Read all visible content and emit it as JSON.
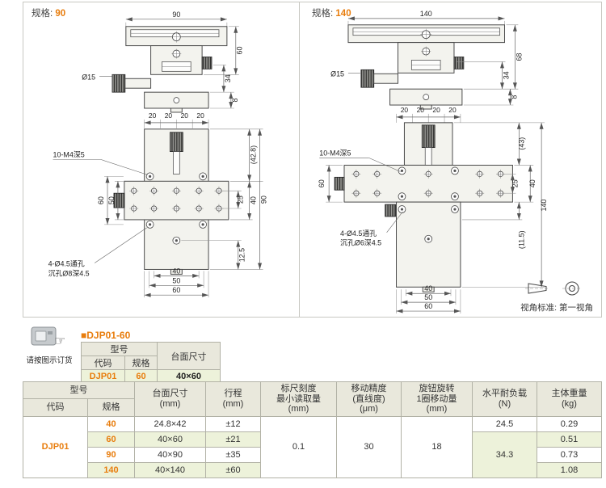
{
  "page": {
    "accent": "#e87d0d"
  },
  "left_panel": {
    "spec_label": "规格:",
    "spec_value": "90",
    "dims": {
      "top_width": "90",
      "height_60": "60",
      "height_34": "34",
      "height_8": "8",
      "knob_dia": "Ø15",
      "pitch_1": "20",
      "pitch_2": "20",
      "pitch_3": "20",
      "pitch_4": "20",
      "thread_note": "10-M4深5",
      "ref_height": "(42.8)",
      "right_90": "90",
      "right_40": "40",
      "right_25": "25",
      "right_12_5": "12.5",
      "left_60": "60",
      "left_50": "50",
      "hole_note_1": "4-Ø4.5通孔",
      "hole_note_2": "沉孔Ø8深4.5",
      "bottom_40": "40",
      "bottom_50": "50",
      "bottom_60": "60"
    }
  },
  "right_panel": {
    "spec_label": "规格:",
    "spec_value": "140",
    "dims": {
      "top_width": "140",
      "height_68": "68",
      "height_34": "34",
      "height_8": "8",
      "knob_dia": "Ø15",
      "pitch_1": "20",
      "pitch_2": "20",
      "pitch_3": "20",
      "pitch_4": "20",
      "thread_note": "10-M4深5",
      "ref_height": "(43)",
      "right_140": "140",
      "right_40": "40",
      "right_25": "25",
      "ref_11_5": "(11.5)",
      "left_60": "60",
      "hole_note_1": "4-Ø4.5通孔",
      "hole_note_2": "沉孔Ø6深4.5",
      "bottom_40": "40",
      "bottom_50": "50",
      "bottom_60": "60"
    },
    "view_standard": "视角标准: 第一视角"
  },
  "order": {
    "note": "请按图示订货",
    "title": "■DJP01-60",
    "table": {
      "h_model": "型号",
      "h_code": "代码",
      "h_spec": "规格",
      "h_size": "台面尺寸",
      "code": "DJP01",
      "spec": "60",
      "size": "40×60"
    }
  },
  "spec_table": {
    "headers": {
      "model": "型号",
      "code": "代码",
      "spec": "规格",
      "size": "台面尺寸\n(mm)",
      "stroke": "行程\n(mm)",
      "scale": "标尺刻度\n最小读取量\n(mm)",
      "accuracy": "移动精度\n(直线度)\n(μm)",
      "knob": "旋钮旋转\n1圈移动量\n(mm)",
      "load": "水平耐负载\n(N)",
      "weight": "主体重量\n(kg)"
    },
    "code": "DJP01",
    "merged": {
      "scale": "0.1",
      "accuracy": "30",
      "knob_travel": "18",
      "load_40": "24.5",
      "load_60_140": "34.3"
    },
    "rows": [
      {
        "spec": "40",
        "size": "24.8×42",
        "stroke": "±12",
        "weight": "0.29"
      },
      {
        "spec": "60",
        "size": "40×60",
        "stroke": "±21",
        "weight": "0.51"
      },
      {
        "spec": "90",
        "size": "40×90",
        "stroke": "±35",
        "weight": "0.73"
      },
      {
        "spec": "140",
        "size": "40×140",
        "stroke": "±60",
        "weight": "1.08"
      }
    ]
  }
}
